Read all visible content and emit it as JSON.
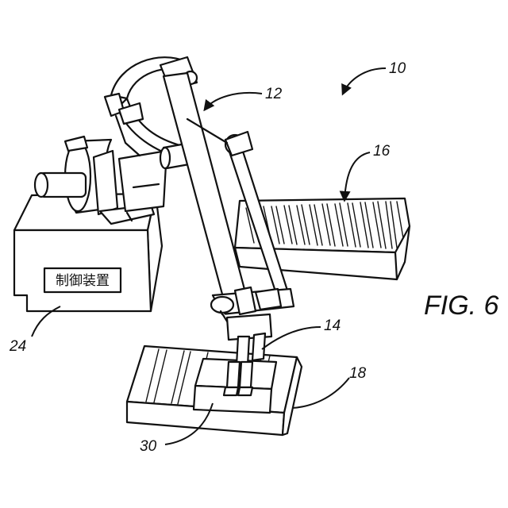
{
  "figure": {
    "label": "FIG. 6",
    "controller_label": "制御装置"
  },
  "reference_numerals": {
    "system": "10",
    "robot": "12",
    "end_effector": "14",
    "conveyor": "16",
    "worktable": "18",
    "controller": "24",
    "workpiece": "30"
  },
  "colors": {
    "line": "#111111",
    "background": "#ffffff"
  }
}
